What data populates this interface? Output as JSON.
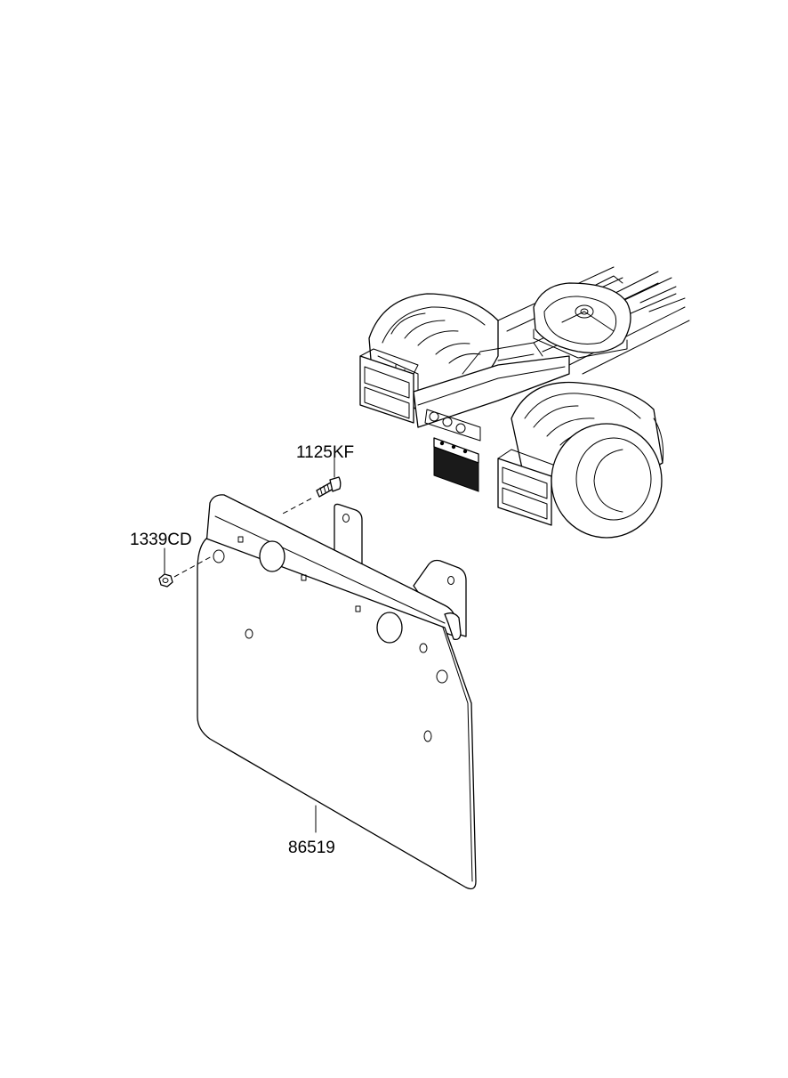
{
  "callouts": {
    "bolt": "1125KF",
    "nut": "1339CD",
    "mud_flap": "86519"
  },
  "icons": [
    "truck-rear-icon",
    "bolt-icon",
    "nut-icon",
    "mud-flap-bracket-icon"
  ]
}
